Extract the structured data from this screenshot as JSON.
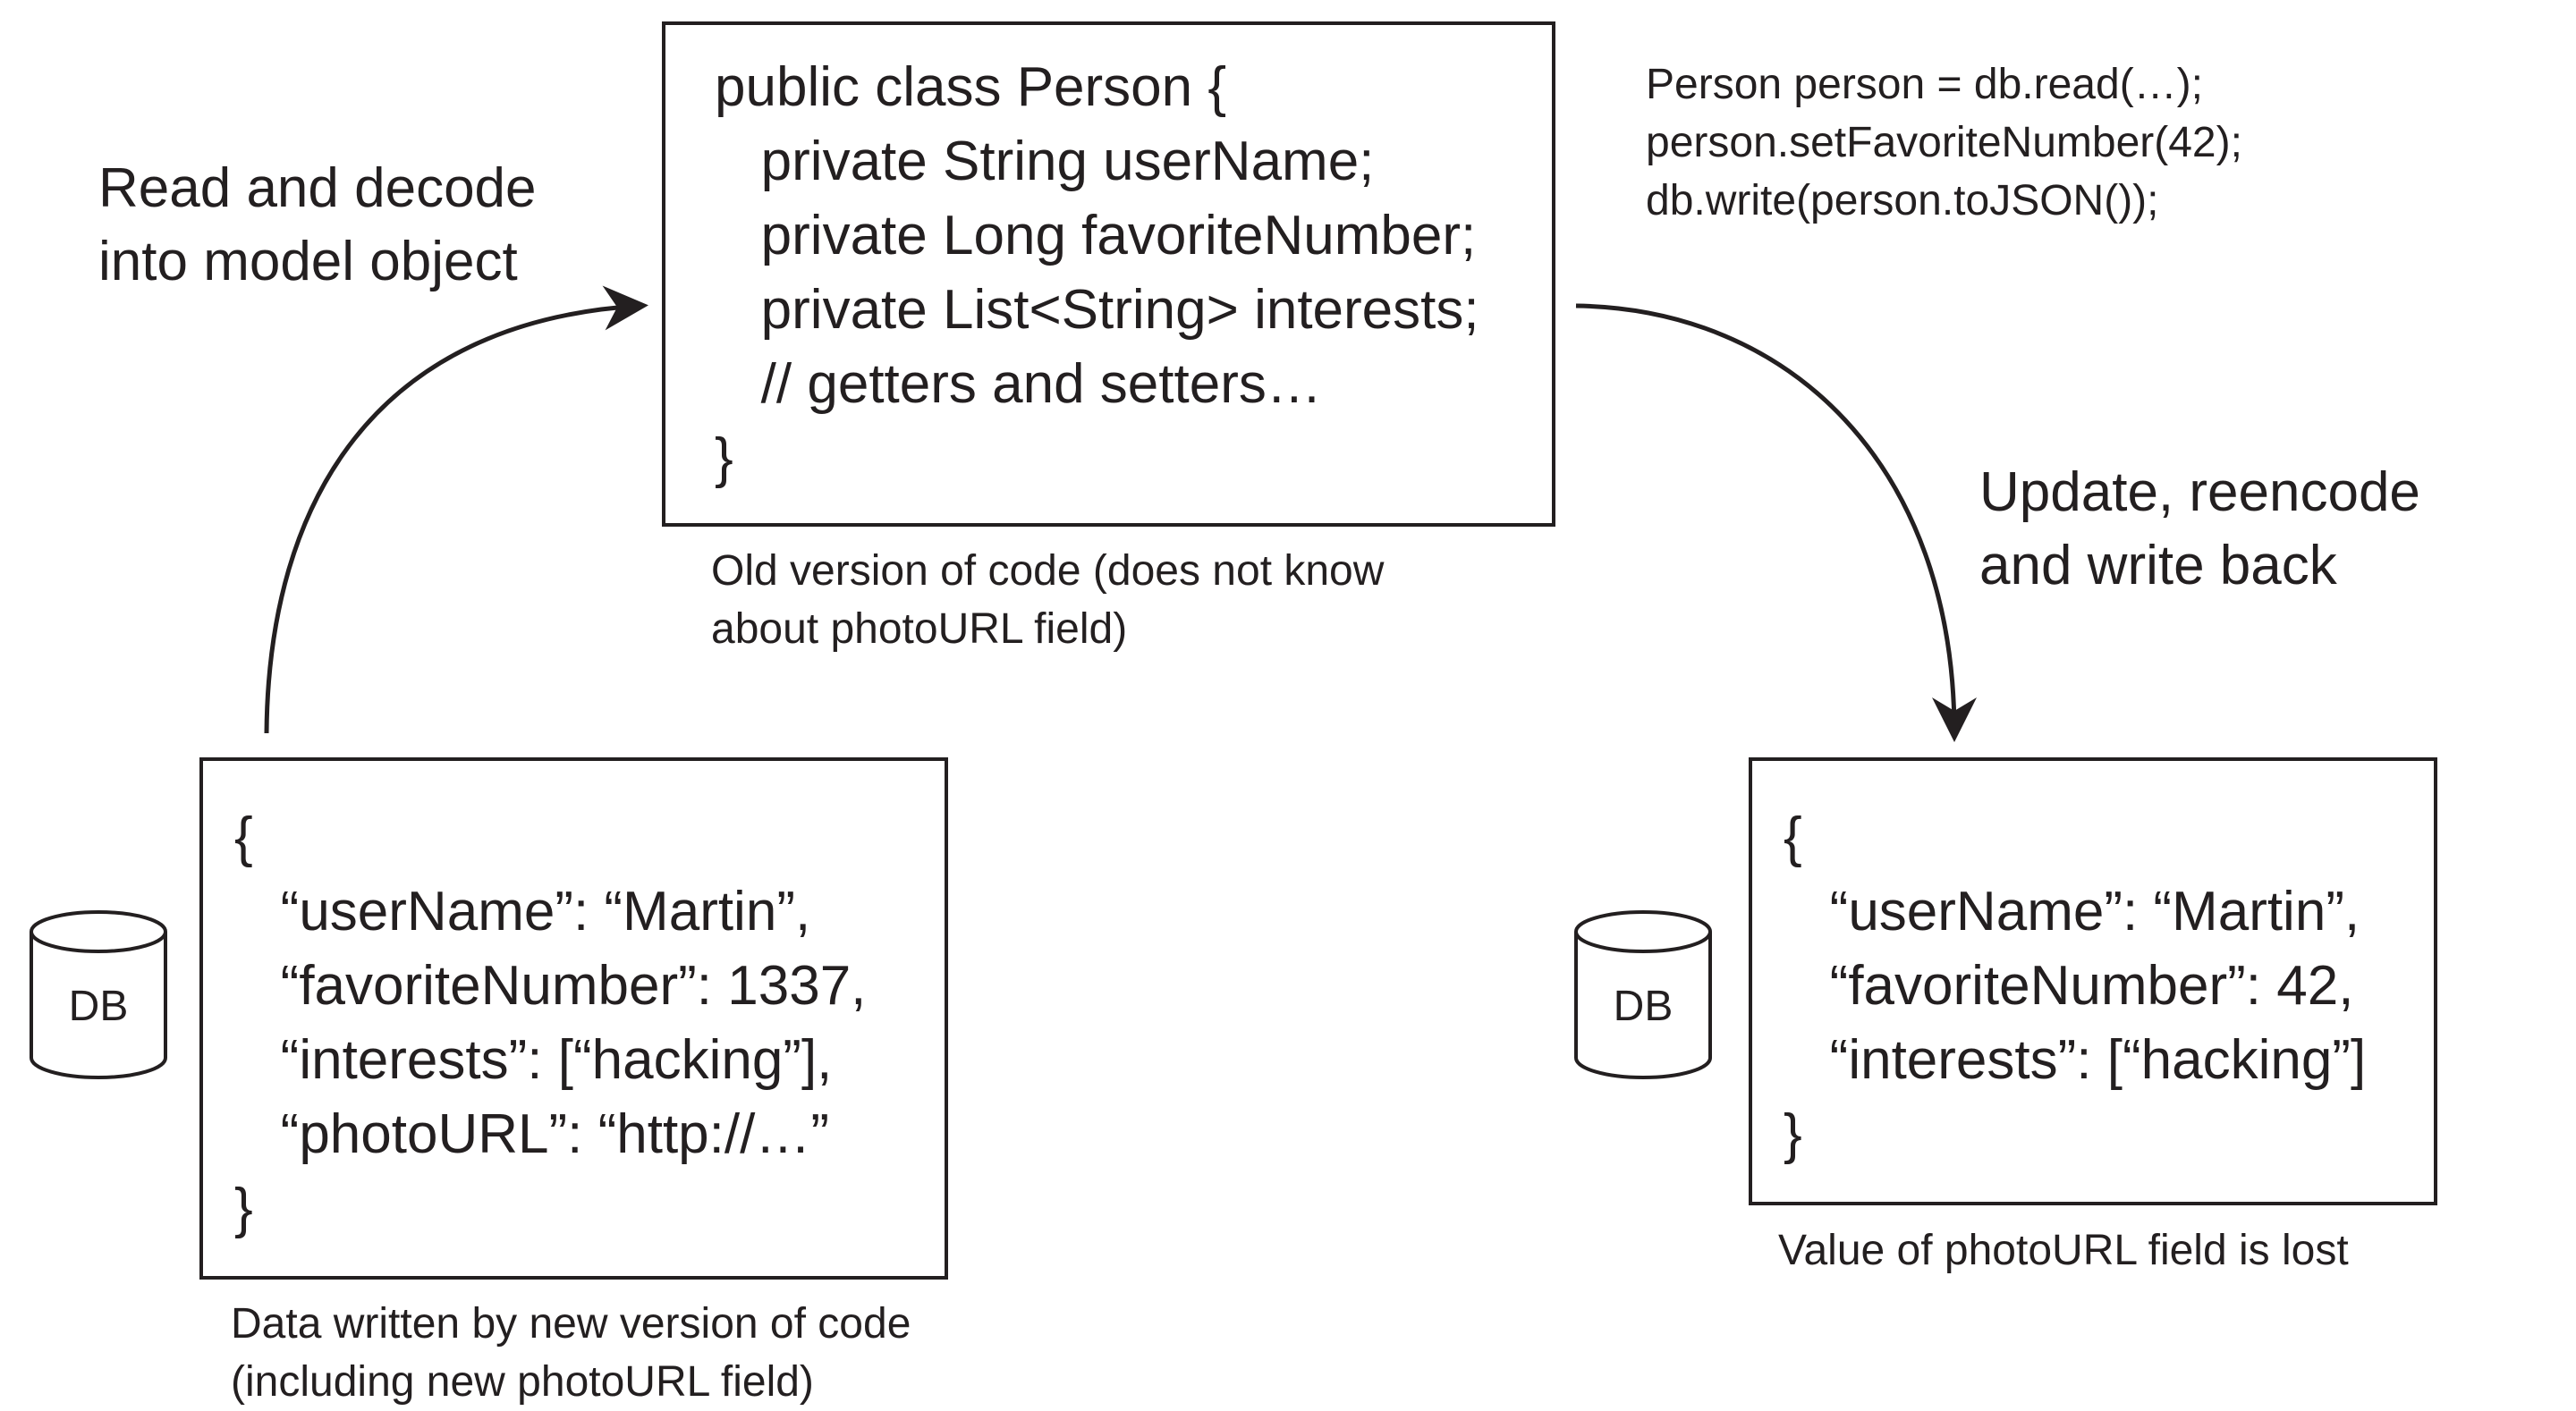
{
  "top_code": {
    "lines": [
      "public class Person {",
      "   private String userName;",
      "   private Long favoriteNumber;",
      "   private List<String> interests;",
      "   // getters and setters…",
      "}"
    ],
    "caption": [
      "Old version of code (does not know",
      "about photoURL field)"
    ]
  },
  "left_label": [
    "Read and decode",
    "into model object"
  ],
  "right_snippet": [
    "Person person = db.read(…);",
    "person.setFavoriteNumber(42);",
    "db.write(person.toJSON());"
  ],
  "right_label": [
    "Update, reencode",
    "and write back"
  ],
  "left_record": {
    "lines": [
      "{",
      "   “userName”: “Martin”,",
      "   “favoriteNumber”: 1337,",
      "   “interests”: [“hacking”],",
      "   “photoURL”: “http://…”",
      "}"
    ],
    "caption": [
      "Data written by new version of code",
      "(including new photoURL field)"
    ],
    "db_label": "DB"
  },
  "right_record": {
    "lines": [
      "{",
      "   “userName”: “Martin”,",
      "   “favoriteNumber”: 42,",
      "   “interests”: [“hacking”]",
      "}"
    ],
    "caption": [
      "Value of photoURL field is lost"
    ],
    "db_label": "DB"
  }
}
